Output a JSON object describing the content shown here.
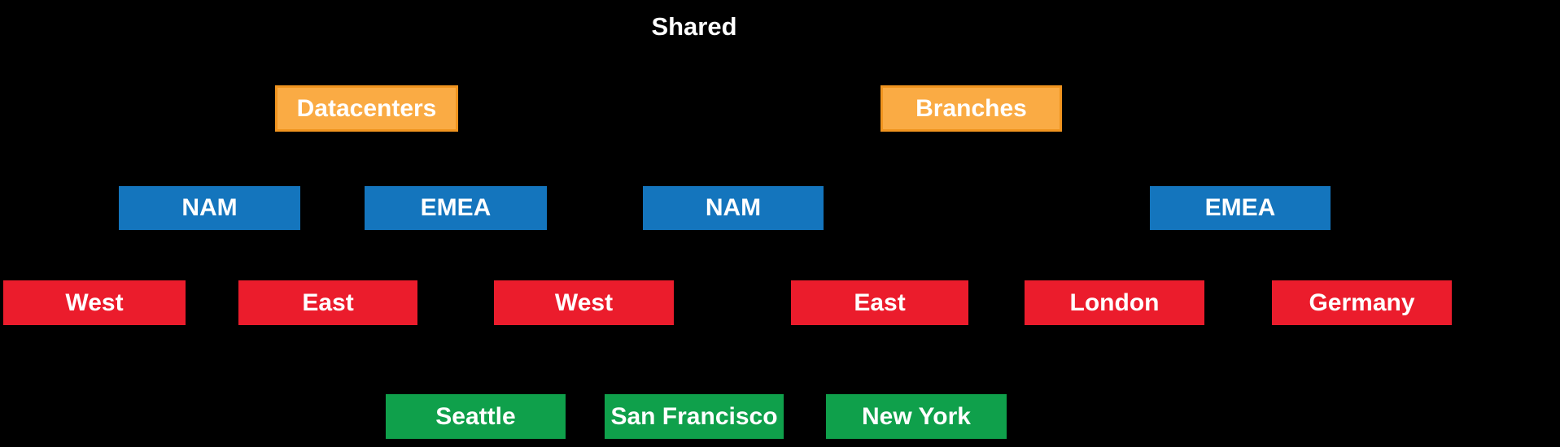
{
  "title": "Shared",
  "colors": {
    "background": "#000000",
    "text": "#FFFFFF",
    "orange_fill": "#FAAB44",
    "orange_border": "#F0941F",
    "blue": "#1475BD",
    "red": "#EB1C2C",
    "green": "#0FA04B"
  },
  "levels": [
    {
      "row": 1,
      "labels": [
        "Shared"
      ]
    },
    {
      "row": 2,
      "labels": [
        "Datacenters",
        "Branches"
      ]
    },
    {
      "row": 3,
      "labels": [
        "NAM",
        "EMEA",
        "NAM",
        "EMEA"
      ]
    },
    {
      "row": 4,
      "labels": [
        "West",
        "East",
        "West",
        "East",
        "London",
        "Germany"
      ]
    },
    {
      "row": 5,
      "labels": [
        "Seattle",
        "San Francisco",
        "New York"
      ]
    }
  ],
  "nodes": {
    "datacenters": {
      "label": "Datacenters"
    },
    "branches": {
      "label": "Branches"
    },
    "nam1": {
      "label": "NAM"
    },
    "emea1": {
      "label": "EMEA"
    },
    "nam2": {
      "label": "NAM"
    },
    "emea2": {
      "label": "EMEA"
    },
    "west1": {
      "label": "West"
    },
    "east1": {
      "label": "East"
    },
    "west2": {
      "label": "West"
    },
    "east2": {
      "label": "East"
    },
    "london": {
      "label": "London"
    },
    "germany": {
      "label": "Germany"
    },
    "seattle": {
      "label": "Seattle"
    },
    "san_francisco": {
      "label": "San Francisco"
    },
    "new_york": {
      "label": "New York"
    }
  }
}
